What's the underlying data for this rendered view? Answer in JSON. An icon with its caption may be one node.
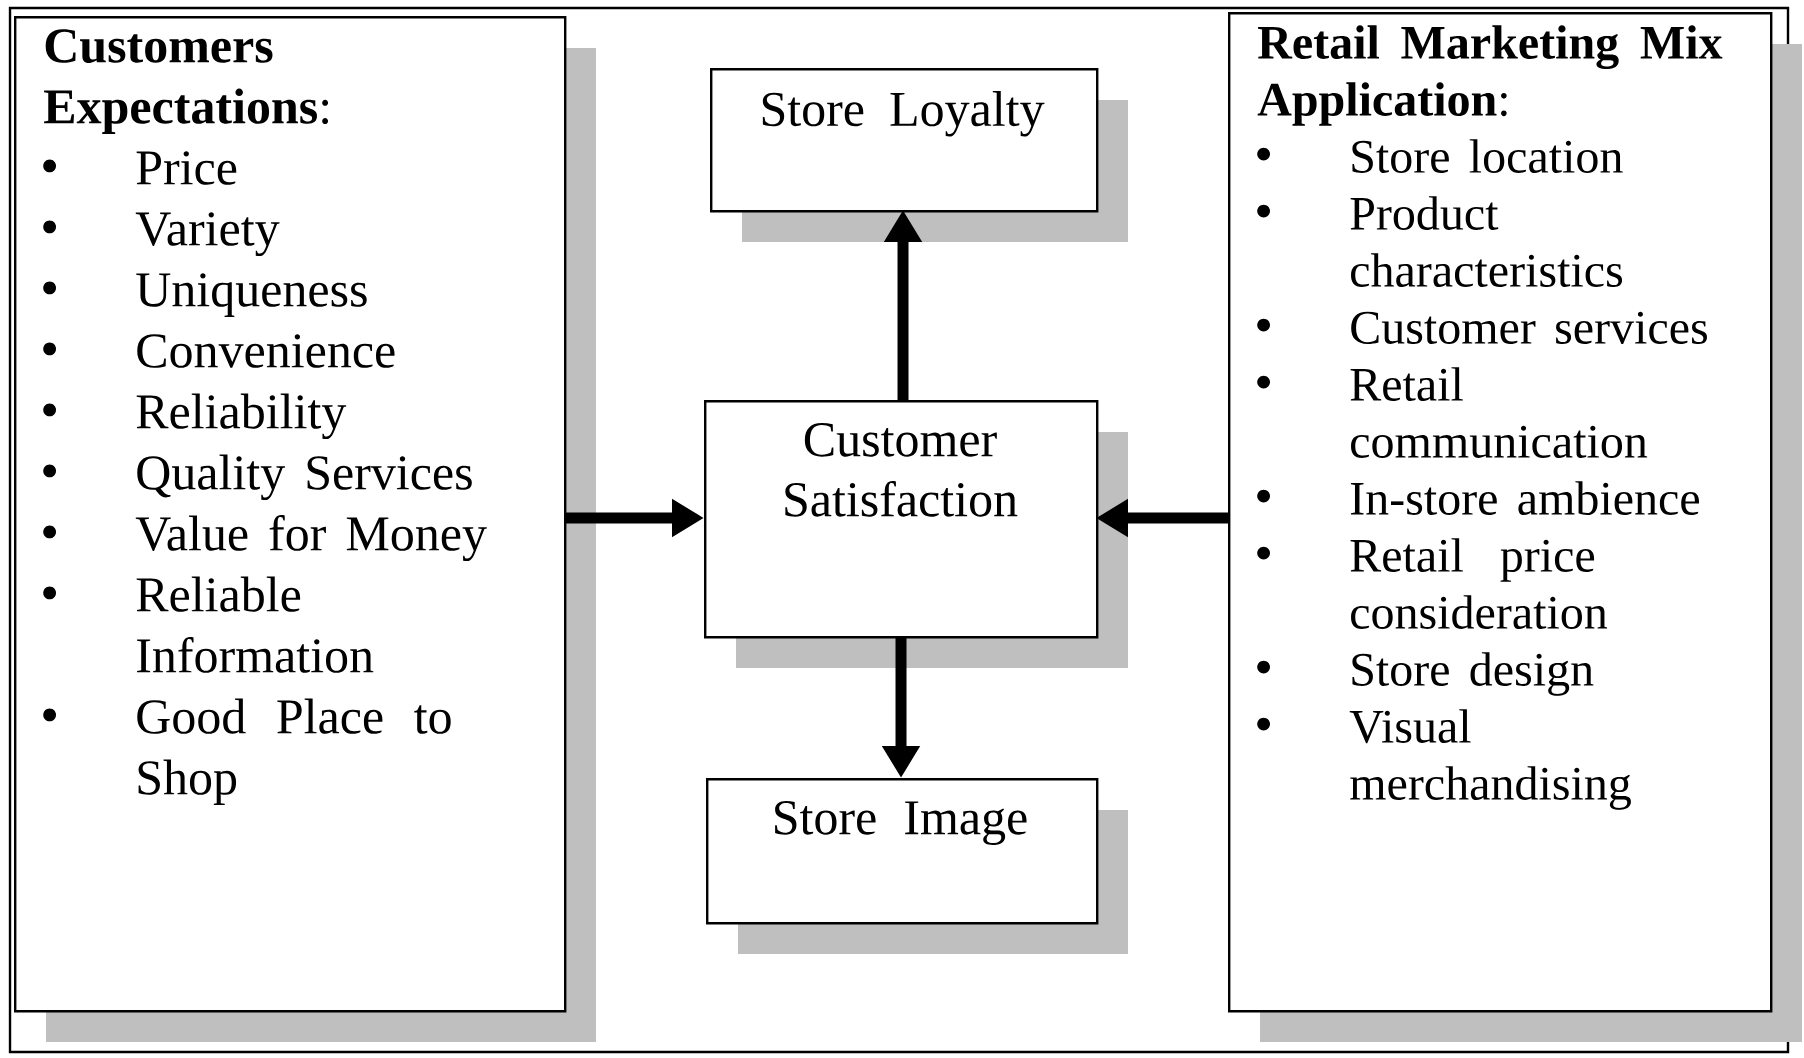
{
  "diagram": {
    "nodes": [
      {
        "text": [
          "**Customers Expectations**:",
          "Price",
          "Variety",
          "Uniqueness",
          "Convenience",
          "Reliability",
          "Quality Services",
          "Value for Money",
          "Reliable Information",
          "Good Place to Shop"
        ]
      },
      {
        "text": [
          "Store Loyalty"
        ]
      },
      {
        "text": [
          "Customer Satisfaction"
        ]
      },
      {
        "text": [
          "Store Image"
        ]
      },
      {
        "text": [
          "**Retail Marketing Mix Application**:",
          "Store location",
          "Product characteristics",
          "Customer services",
          "Retail communication",
          "In-store ambience",
          "Retail price consideration",
          "Store design",
          "Visual merchandising"
        ]
      }
    ],
    "edges": [
      {
        "from": 0,
        "to": 2,
        "arrow": "to"
      },
      {
        "from": 2,
        "to": 1,
        "arrow": "to"
      },
      {
        "from": 2,
        "to": 3,
        "arrow": "to"
      },
      {
        "from": 4,
        "to": 2,
        "arrow": "to"
      }
    ]
  }
}
